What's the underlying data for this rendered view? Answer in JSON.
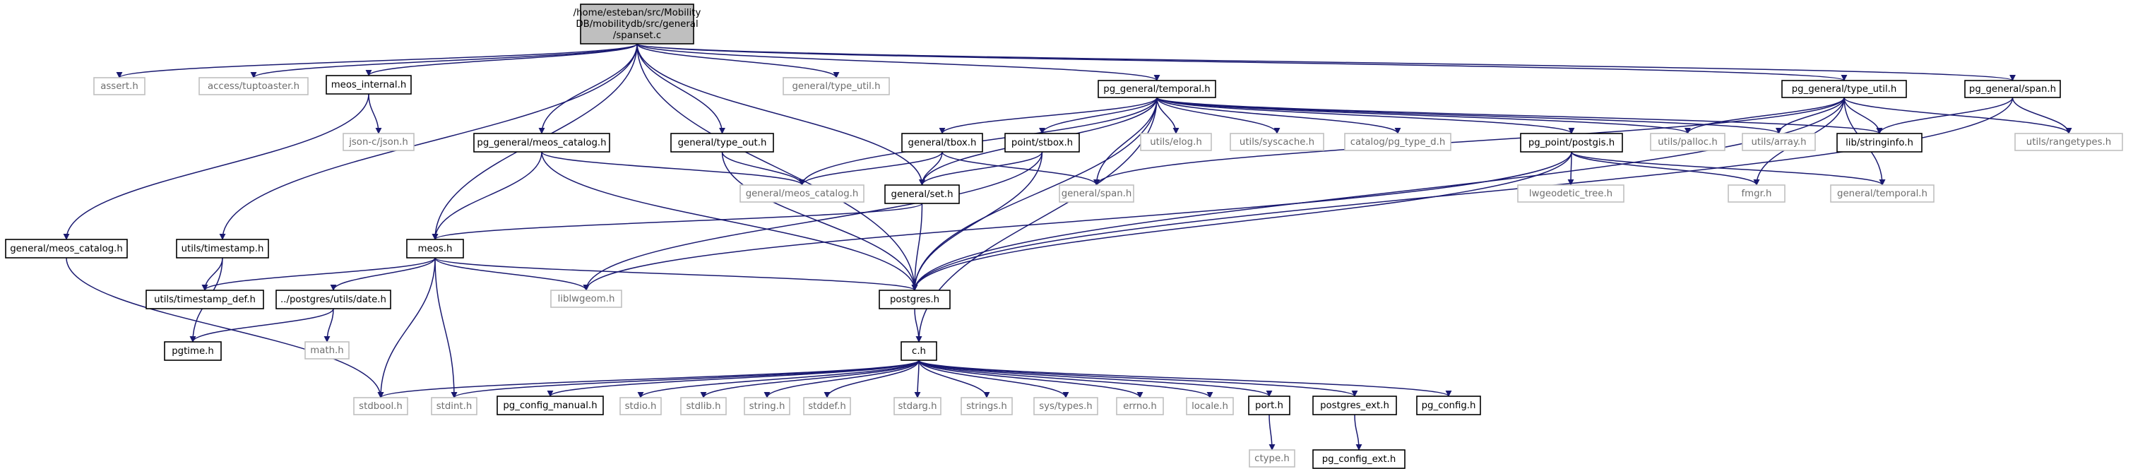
{
  "colors": {
    "edge": "#191970",
    "root_fill": "#bfbfbf",
    "documented_border": "#000000",
    "undocumented_border": "#bfbfbf",
    "undocumented_text": "#6e6e6e"
  },
  "nodes": {
    "root": {
      "lines": [
        "/home/esteban/src/Mobility",
        "DB/mobilitydb/src/general",
        "/spanset.c"
      ],
      "kind": "root"
    },
    "assert": {
      "lines": [
        "assert.h"
      ],
      "kind": "missing"
    },
    "tuptoaster": {
      "lines": [
        "access/tuptoaster.h"
      ],
      "kind": "missing"
    },
    "meos_internal": {
      "lines": [
        "meos_internal.h"
      ],
      "kind": "doc"
    },
    "gen_type_util": {
      "lines": [
        "general/type_util.h"
      ],
      "kind": "missing"
    },
    "pg_temporal": {
      "lines": [
        "pg_general/temporal.h"
      ],
      "kind": "doc"
    },
    "pg_type_util": {
      "lines": [
        "pg_general/type_util.h"
      ],
      "kind": "doc"
    },
    "pg_span": {
      "lines": [
        "pg_general/span.h"
      ],
      "kind": "doc"
    },
    "json": {
      "lines": [
        "json-c/json.h"
      ],
      "kind": "missing"
    },
    "pg_meos_catalog": {
      "lines": [
        "pg_general/meos_catalog.h"
      ],
      "kind": "doc"
    },
    "gen_type_out": {
      "lines": [
        "general/type_out.h"
      ],
      "kind": "doc"
    },
    "gen_tbox": {
      "lines": [
        "general/tbox.h"
      ],
      "kind": "doc"
    },
    "point_stbox": {
      "lines": [
        "point/stbox.h"
      ],
      "kind": "doc"
    },
    "utils_elog": {
      "lines": [
        "utils/elog.h"
      ],
      "kind": "missing"
    },
    "utils_syscache": {
      "lines": [
        "utils/syscache.h"
      ],
      "kind": "missing"
    },
    "catalog_pg_type": {
      "lines": [
        "catalog/pg_type_d.h"
      ],
      "kind": "missing"
    },
    "pg_postgis": {
      "lines": [
        "pg_point/postgis.h"
      ],
      "kind": "doc"
    },
    "utils_palloc": {
      "lines": [
        "utils/palloc.h"
      ],
      "kind": "missing"
    },
    "utils_array": {
      "lines": [
        "utils/array.h"
      ],
      "kind": "missing"
    },
    "lib_stringinfo": {
      "lines": [
        "lib/stringinfo.h"
      ],
      "kind": "doc"
    },
    "utils_rangetypes": {
      "lines": [
        "utils/rangetypes.h"
      ],
      "kind": "missing"
    },
    "gen_meos_catalog_left": {
      "lines": [
        "general/meos_catalog.h"
      ],
      "kind": "doc"
    },
    "utils_timestamp": {
      "lines": [
        "utils/timestamp.h"
      ],
      "kind": "doc"
    },
    "gen_meos_catalog": {
      "lines": [
        "general/meos_catalog.h"
      ],
      "kind": "missing"
    },
    "gen_set": {
      "lines": [
        "general/set.h"
      ],
      "kind": "doc"
    },
    "gen_span": {
      "lines": [
        "general/span.h"
      ],
      "kind": "missing"
    },
    "lwgeodetic": {
      "lines": [
        "lwgeodetic_tree.h"
      ],
      "kind": "missing"
    },
    "fmgr": {
      "lines": [
        "fmgr.h"
      ],
      "kind": "missing"
    },
    "gen_temporal": {
      "lines": [
        "general/temporal.h"
      ],
      "kind": "missing"
    },
    "meos": {
      "lines": [
        "meos.h"
      ],
      "kind": "doc"
    },
    "timestamp_def": {
      "lines": [
        "utils/timestamp_def.h"
      ],
      "kind": "doc"
    },
    "pg_date": {
      "lines": [
        "../postgres/utils/date.h"
      ],
      "kind": "doc"
    },
    "liblwgeom": {
      "lines": [
        "liblwgeom.h"
      ],
      "kind": "missing"
    },
    "postgres": {
      "lines": [
        "postgres.h"
      ],
      "kind": "doc"
    },
    "pgtime": {
      "lines": [
        "pgtime.h"
      ],
      "kind": "doc"
    },
    "math": {
      "lines": [
        "math.h"
      ],
      "kind": "missing"
    },
    "c": {
      "lines": [
        "c.h"
      ],
      "kind": "doc"
    },
    "stdbool": {
      "lines": [
        "stdbool.h"
      ],
      "kind": "missing"
    },
    "stdint": {
      "lines": [
        "stdint.h"
      ],
      "kind": "missing"
    },
    "pg_config_manual": {
      "lines": [
        "pg_config_manual.h"
      ],
      "kind": "doc"
    },
    "stdio": {
      "lines": [
        "stdio.h"
      ],
      "kind": "missing"
    },
    "stdlib": {
      "lines": [
        "stdlib.h"
      ],
      "kind": "missing"
    },
    "string": {
      "lines": [
        "string.h"
      ],
      "kind": "missing"
    },
    "stddef": {
      "lines": [
        "stddef.h"
      ],
      "kind": "missing"
    },
    "stdarg": {
      "lines": [
        "stdarg.h"
      ],
      "kind": "missing"
    },
    "strings": {
      "lines": [
        "strings.h"
      ],
      "kind": "missing"
    },
    "sys_types": {
      "lines": [
        "sys/types.h"
      ],
      "kind": "missing"
    },
    "errno": {
      "lines": [
        "errno.h"
      ],
      "kind": "missing"
    },
    "locale": {
      "lines": [
        "locale.h"
      ],
      "kind": "missing"
    },
    "port": {
      "lines": [
        "port.h"
      ],
      "kind": "doc"
    },
    "postgres_ext": {
      "lines": [
        "postgres_ext.h"
      ],
      "kind": "doc"
    },
    "pg_config": {
      "lines": [
        "pg_config.h"
      ],
      "kind": "doc"
    },
    "ctype": {
      "lines": [
        "ctype.h"
      ],
      "kind": "missing"
    },
    "pg_config_ext": {
      "lines": [
        "pg_config_ext.h"
      ],
      "kind": "doc"
    }
  },
  "edges": [
    [
      "root",
      "assert"
    ],
    [
      "root",
      "tuptoaster"
    ],
    [
      "root",
      "meos_internal"
    ],
    [
      "root",
      "gen_type_util"
    ],
    [
      "root",
      "pg_temporal"
    ],
    [
      "root",
      "pg_type_util"
    ],
    [
      "root",
      "pg_span"
    ],
    [
      "root",
      "utils_timestamp"
    ],
    [
      "root",
      "pg_meos_catalog"
    ],
    [
      "root",
      "gen_type_out"
    ],
    [
      "root",
      "meos"
    ],
    [
      "root",
      "gen_set"
    ],
    [
      "root",
      "postgres"
    ],
    [
      "meos_internal",
      "json"
    ],
    [
      "meos_internal",
      "gen_meos_catalog_left"
    ],
    [
      "pg_temporal",
      "gen_tbox"
    ],
    [
      "pg_temporal",
      "point_stbox"
    ],
    [
      "pg_temporal",
      "utils_elog"
    ],
    [
      "pg_temporal",
      "utils_syscache"
    ],
    [
      "pg_temporal",
      "catalog_pg_type"
    ],
    [
      "pg_temporal",
      "pg_postgis"
    ],
    [
      "pg_temporal",
      "utils_palloc"
    ],
    [
      "pg_temporal",
      "utils_array"
    ],
    [
      "pg_temporal",
      "lib_stringinfo"
    ],
    [
      "pg_temporal",
      "gen_meos_catalog"
    ],
    [
      "pg_temporal",
      "gen_set"
    ],
    [
      "pg_temporal",
      "gen_span"
    ],
    [
      "pg_temporal",
      "postgres"
    ],
    [
      "pg_temporal",
      "c"
    ],
    [
      "pg_type_util",
      "utils_palloc"
    ],
    [
      "pg_type_util",
      "utils_array"
    ],
    [
      "pg_type_util",
      "lib_stringinfo"
    ],
    [
      "pg_type_util",
      "utils_rangetypes"
    ],
    [
      "pg_type_util",
      "gen_span"
    ],
    [
      "pg_type_util",
      "fmgr"
    ],
    [
      "pg_type_util",
      "gen_temporal"
    ],
    [
      "pg_type_util",
      "postgres"
    ],
    [
      "pg_span",
      "lib_stringinfo"
    ],
    [
      "pg_span",
      "utils_rangetypes"
    ],
    [
      "pg_span",
      "postgres"
    ],
    [
      "pg_meos_catalog",
      "gen_meos_catalog"
    ],
    [
      "pg_meos_catalog",
      "meos"
    ],
    [
      "pg_meos_catalog",
      "postgres"
    ],
    [
      "gen_type_out",
      "gen_meos_catalog"
    ],
    [
      "gen_type_out",
      "postgres"
    ],
    [
      "gen_tbox",
      "gen_meos_catalog"
    ],
    [
      "gen_tbox",
      "gen_set"
    ],
    [
      "gen_tbox",
      "gen_span"
    ],
    [
      "point_stbox",
      "gen_set"
    ],
    [
      "point_stbox",
      "liblwgeom"
    ],
    [
      "point_stbox",
      "postgres"
    ],
    [
      "pg_postgis",
      "lwgeodetic"
    ],
    [
      "pg_postgis",
      "fmgr"
    ],
    [
      "pg_postgis",
      "gen_temporal"
    ],
    [
      "pg_postgis",
      "liblwgeom"
    ],
    [
      "pg_postgis",
      "postgres"
    ],
    [
      "gen_set",
      "meos"
    ],
    [
      "gen_set",
      "postgres"
    ],
    [
      "gen_meos_catalog_left",
      "stdbool"
    ],
    [
      "utils_timestamp",
      "timestamp_def"
    ],
    [
      "utils_timestamp",
      "pgtime"
    ],
    [
      "meos",
      "timestamp_def"
    ],
    [
      "meos",
      "pg_date"
    ],
    [
      "meos",
      "liblwgeom"
    ],
    [
      "meos",
      "postgres"
    ],
    [
      "meos",
      "stdbool"
    ],
    [
      "meos",
      "stdint"
    ],
    [
      "pg_date",
      "pgtime"
    ],
    [
      "pg_date",
      "math"
    ],
    [
      "postgres",
      "c"
    ],
    [
      "c",
      "stdbool"
    ],
    [
      "c",
      "stdint"
    ],
    [
      "c",
      "pg_config_manual"
    ],
    [
      "c",
      "stdio"
    ],
    [
      "c",
      "stdlib"
    ],
    [
      "c",
      "string"
    ],
    [
      "c",
      "stddef"
    ],
    [
      "c",
      "stdarg"
    ],
    [
      "c",
      "strings"
    ],
    [
      "c",
      "sys_types"
    ],
    [
      "c",
      "errno"
    ],
    [
      "c",
      "locale"
    ],
    [
      "c",
      "port"
    ],
    [
      "c",
      "postgres_ext"
    ],
    [
      "c",
      "pg_config"
    ],
    [
      "port",
      "ctype"
    ],
    [
      "postgres_ext",
      "pg_config_ext"
    ]
  ]
}
